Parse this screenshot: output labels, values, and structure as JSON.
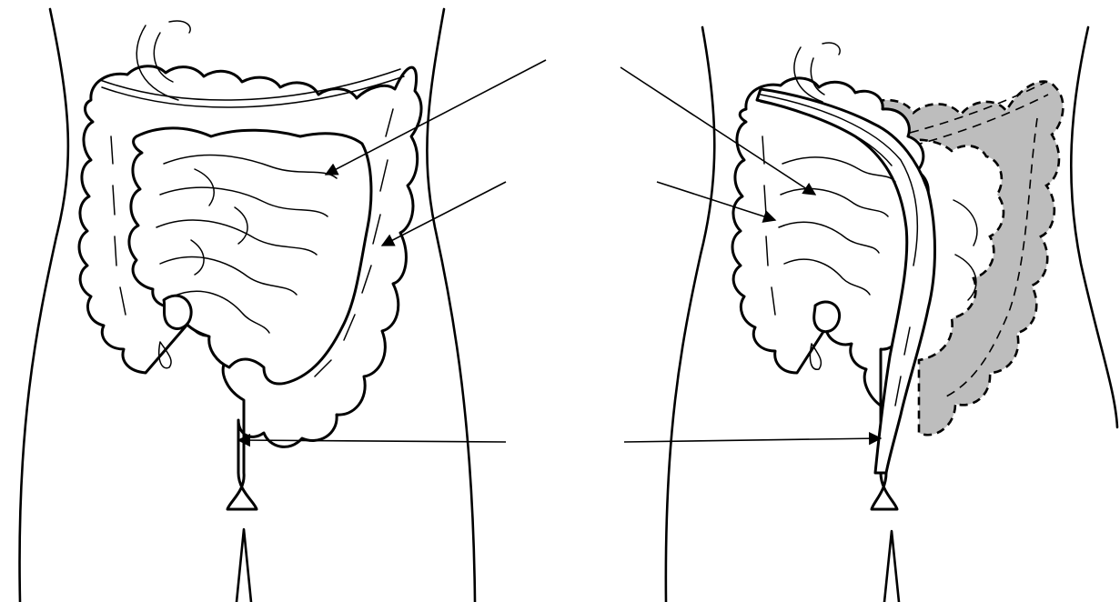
{
  "figure": {
    "left_panel": {
      "name": "normal-intestines",
      "arrow_count": 3
    },
    "right_panel": {
      "name": "intestines-with-removed-colon-segment",
      "removed_section_fill": "#bdbdbd",
      "removed_section_outline": "dashed",
      "arrow_count": 3
    },
    "colors": {
      "line": "#000000",
      "background": "#ffffff",
      "shaded": "#bdbdbd"
    }
  }
}
